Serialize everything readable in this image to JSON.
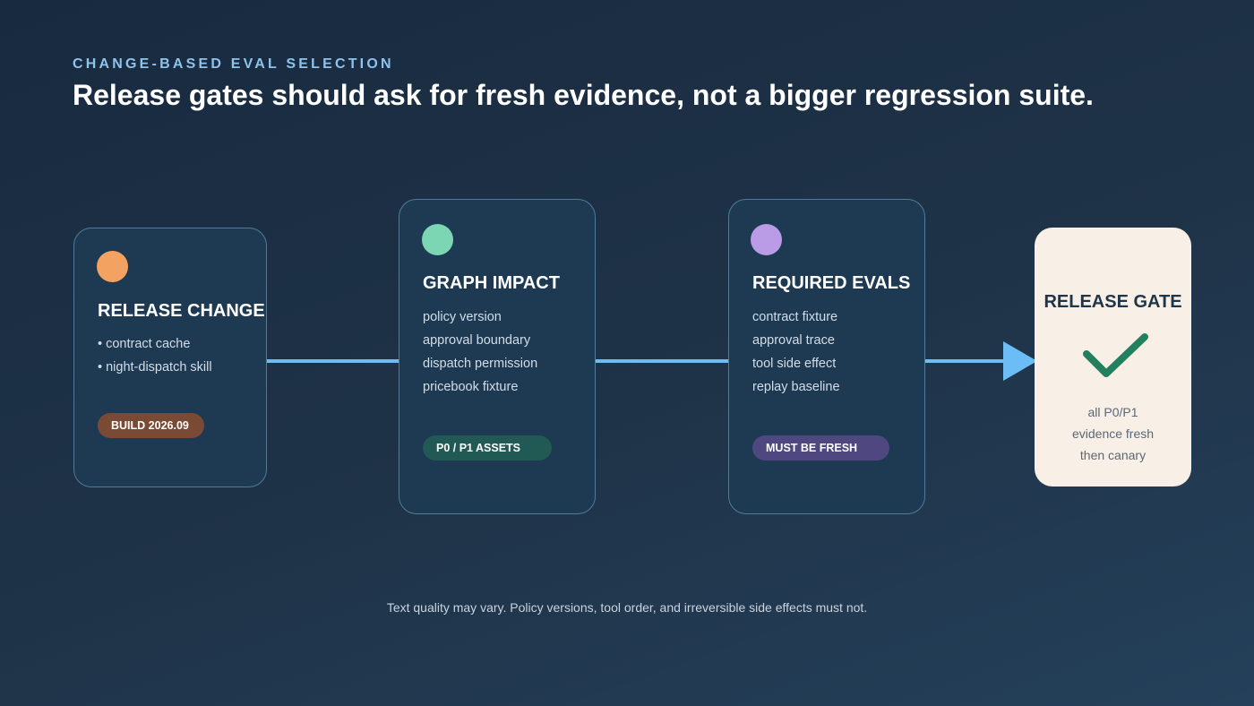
{
  "header": {
    "eyebrow": "CHANGE-BASED EVAL SELECTION",
    "headline": "Release gates should ask for fresh evidence, not a bigger regression suite."
  },
  "steps": [
    {
      "title": "RELEASE CHANGE",
      "dot_color": "#f4a261",
      "items": [
        "• contract cache",
        "• night-dispatch skill"
      ],
      "badge": "BUILD 2026.09",
      "badge_color": "#7a4a35"
    },
    {
      "title": "GRAPH IMPACT",
      "dot_color": "#7dd6b3",
      "items": [
        "policy version",
        "approval boundary",
        "dispatch permission",
        "pricebook fixture"
      ],
      "badge": "P0 / P1 ASSETS",
      "badge_color": "#215a55"
    },
    {
      "title": "REQUIRED EVALS",
      "dot_color": "#b99be6",
      "items": [
        "contract fixture",
        "approval trace",
        "tool side effect",
        "replay baseline"
      ],
      "badge": "MUST BE FRESH",
      "badge_color": "#4f4780"
    }
  ],
  "gate": {
    "title": "RELEASE GATE",
    "icon": "checkmark-icon",
    "check_color": "#23805f",
    "lines": [
      "all P0/P1",
      "evidence fresh",
      "then canary"
    ]
  },
  "footnote": "Text quality may vary. Policy versions, tool order, and irreversible side effects must not.",
  "colors": {
    "connector": "#6cbcf6",
    "card_background": "#1d3a52",
    "gate_background": "#f8efe6"
  }
}
